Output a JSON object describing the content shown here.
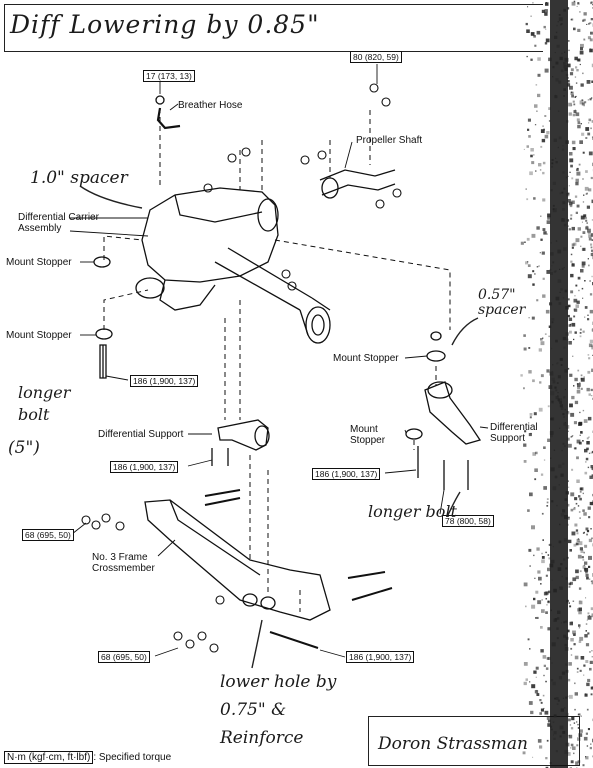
{
  "handwritten": {
    "title": "Diff Lowering by 0.85\"",
    "spacer_front": "1.0\" spacer",
    "spacer_rear": "0.57\" spacer",
    "longer_bolt_left": "longer bolt",
    "five_inch": "(5\")",
    "longer_bolt_right": "longer bolt",
    "lower_hole": "lower hole by 0.75\" & Reinforce",
    "signature": "Doron Strassman"
  },
  "labels": {
    "breather_hose": "Breather Hose",
    "propeller_shaft": "Propeller Shaft",
    "differential_carrier": "Differential Carrier Assembly",
    "mount_stopper_1": "Mount Stopper",
    "mount_stopper_2": "Mount Stopper",
    "mount_stopper_3": "Mount Stopper",
    "mount_stopper_4": "Mount Stopper",
    "differential_support_left": "Differential Support",
    "differential_support_right": "Differential Support",
    "frame_crossmember": "No. 3 Frame Crossmember"
  },
  "torques": {
    "t1": "17 (173, 13)",
    "t2": "80 (820, 59)",
    "t3": "186 (1,900, 137)",
    "t4": "186 (1,900, 137)",
    "t5": "186 (1,900, 137)",
    "t6": "78 (800, 58)",
    "t7": "68 (695, 50)",
    "t8": "68 (695, 50)",
    "t9": "186 (1,900, 137)"
  },
  "legend": {
    "unit": "N·m (kgf·cm, ft·lbf)",
    "text": ": Specified torque"
  }
}
